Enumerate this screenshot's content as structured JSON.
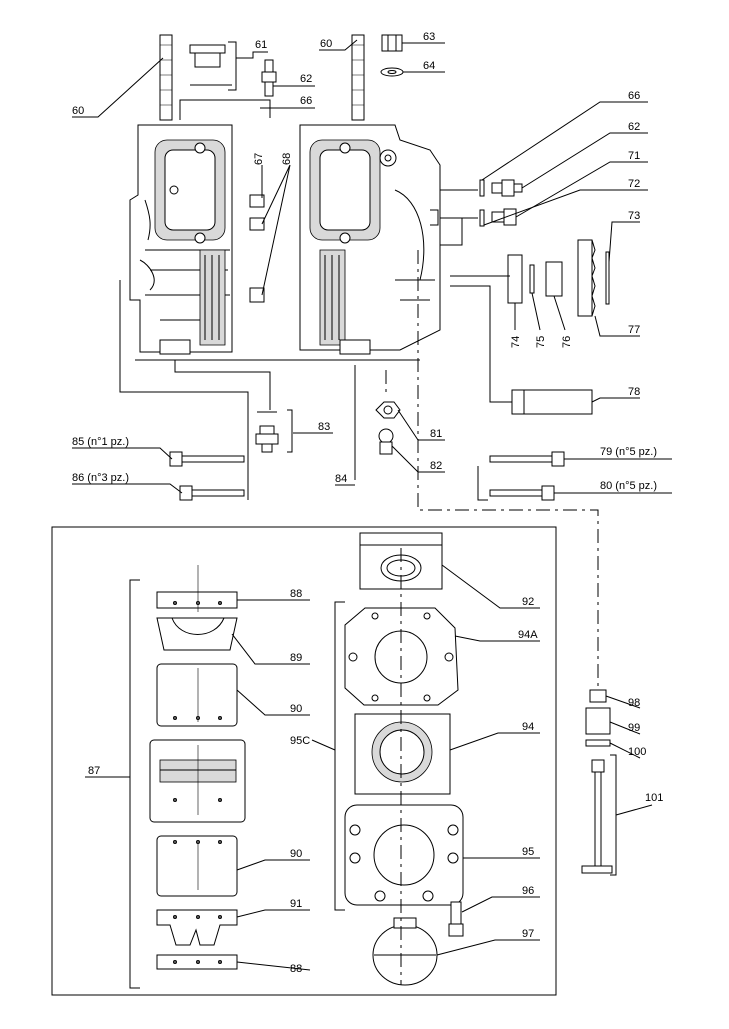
{
  "drawing": {
    "callouts": [
      {
        "id": "c60a",
        "text": "60"
      },
      {
        "id": "c61",
        "text": "61"
      },
      {
        "id": "c62a",
        "text": "62"
      },
      {
        "id": "c66a",
        "text": "66"
      },
      {
        "id": "c67",
        "text": "67"
      },
      {
        "id": "c68",
        "text": "68"
      },
      {
        "id": "c60b",
        "text": "60"
      },
      {
        "id": "c63",
        "text": "63"
      },
      {
        "id": "c64",
        "text": "64"
      },
      {
        "id": "c66b",
        "text": "66"
      },
      {
        "id": "c62b",
        "text": "62"
      },
      {
        "id": "c71",
        "text": "71"
      },
      {
        "id": "c72",
        "text": "72"
      },
      {
        "id": "c73",
        "text": "73"
      },
      {
        "id": "c74",
        "text": "74"
      },
      {
        "id": "c75",
        "text": "75"
      },
      {
        "id": "c76",
        "text": "76"
      },
      {
        "id": "c77",
        "text": "77"
      },
      {
        "id": "c78",
        "text": "78"
      },
      {
        "id": "c79",
        "text": "79 (n°5 pz.)"
      },
      {
        "id": "c80",
        "text": "80 (n°5 pz.)"
      },
      {
        "id": "c81",
        "text": "81"
      },
      {
        "id": "c82",
        "text": "82"
      },
      {
        "id": "c83",
        "text": "83"
      },
      {
        "id": "c84",
        "text": "84"
      },
      {
        "id": "c85",
        "text": "85 (n°1 pz.)"
      },
      {
        "id": "c86",
        "text": "86 (n°3 pz.)"
      },
      {
        "id": "c87",
        "text": "87"
      },
      {
        "id": "c88a",
        "text": "88"
      },
      {
        "id": "c89",
        "text": "89"
      },
      {
        "id": "c90a",
        "text": "90"
      },
      {
        "id": "c90b",
        "text": "90"
      },
      {
        "id": "c91",
        "text": "91"
      },
      {
        "id": "c88b",
        "text": "88"
      },
      {
        "id": "c92",
        "text": "92"
      },
      {
        "id": "c94A",
        "text": "94A"
      },
      {
        "id": "c94",
        "text": "94"
      },
      {
        "id": "c95C",
        "text": "95C"
      },
      {
        "id": "c95",
        "text": "95"
      },
      {
        "id": "c96",
        "text": "96"
      },
      {
        "id": "c97",
        "text": "97"
      },
      {
        "id": "c98",
        "text": "98"
      },
      {
        "id": "c99",
        "text": "99"
      },
      {
        "id": "c100",
        "text": "100"
      },
      {
        "id": "c101",
        "text": "101"
      }
    ]
  }
}
